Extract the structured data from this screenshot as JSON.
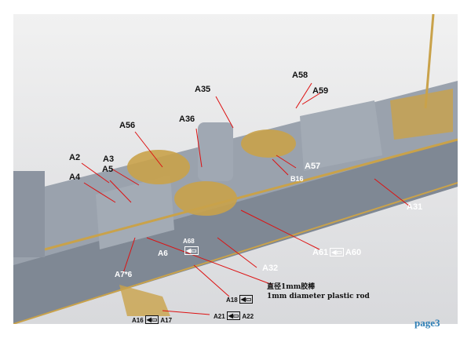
{
  "labels": {
    "a35": "A35",
    "a58": "A58",
    "a59": "A59",
    "a36": "A36",
    "a56": "A56",
    "a2": "A2",
    "a3": "A3",
    "a5": "A5",
    "a4": "A4",
    "a57": "A57",
    "b16": "B16",
    "a31": "A31",
    "a61": "A61",
    "a60": "A60",
    "a68": "A68",
    "a6": "A6",
    "a32": "A32",
    "a7": "A7*6",
    "a18": "A18",
    "a21": "A21",
    "a22": "A22",
    "a16": "A16",
    "a17": "A17"
  },
  "rod_cn": "直径1mm胶棒",
  "rod_en": "1mm diameter plastic rod",
  "page": "page3",
  "colors": {
    "leader": "#d11",
    "hull": "#8a93a0",
    "brass": "#c9a24a",
    "page": "#2f7fb5"
  }
}
